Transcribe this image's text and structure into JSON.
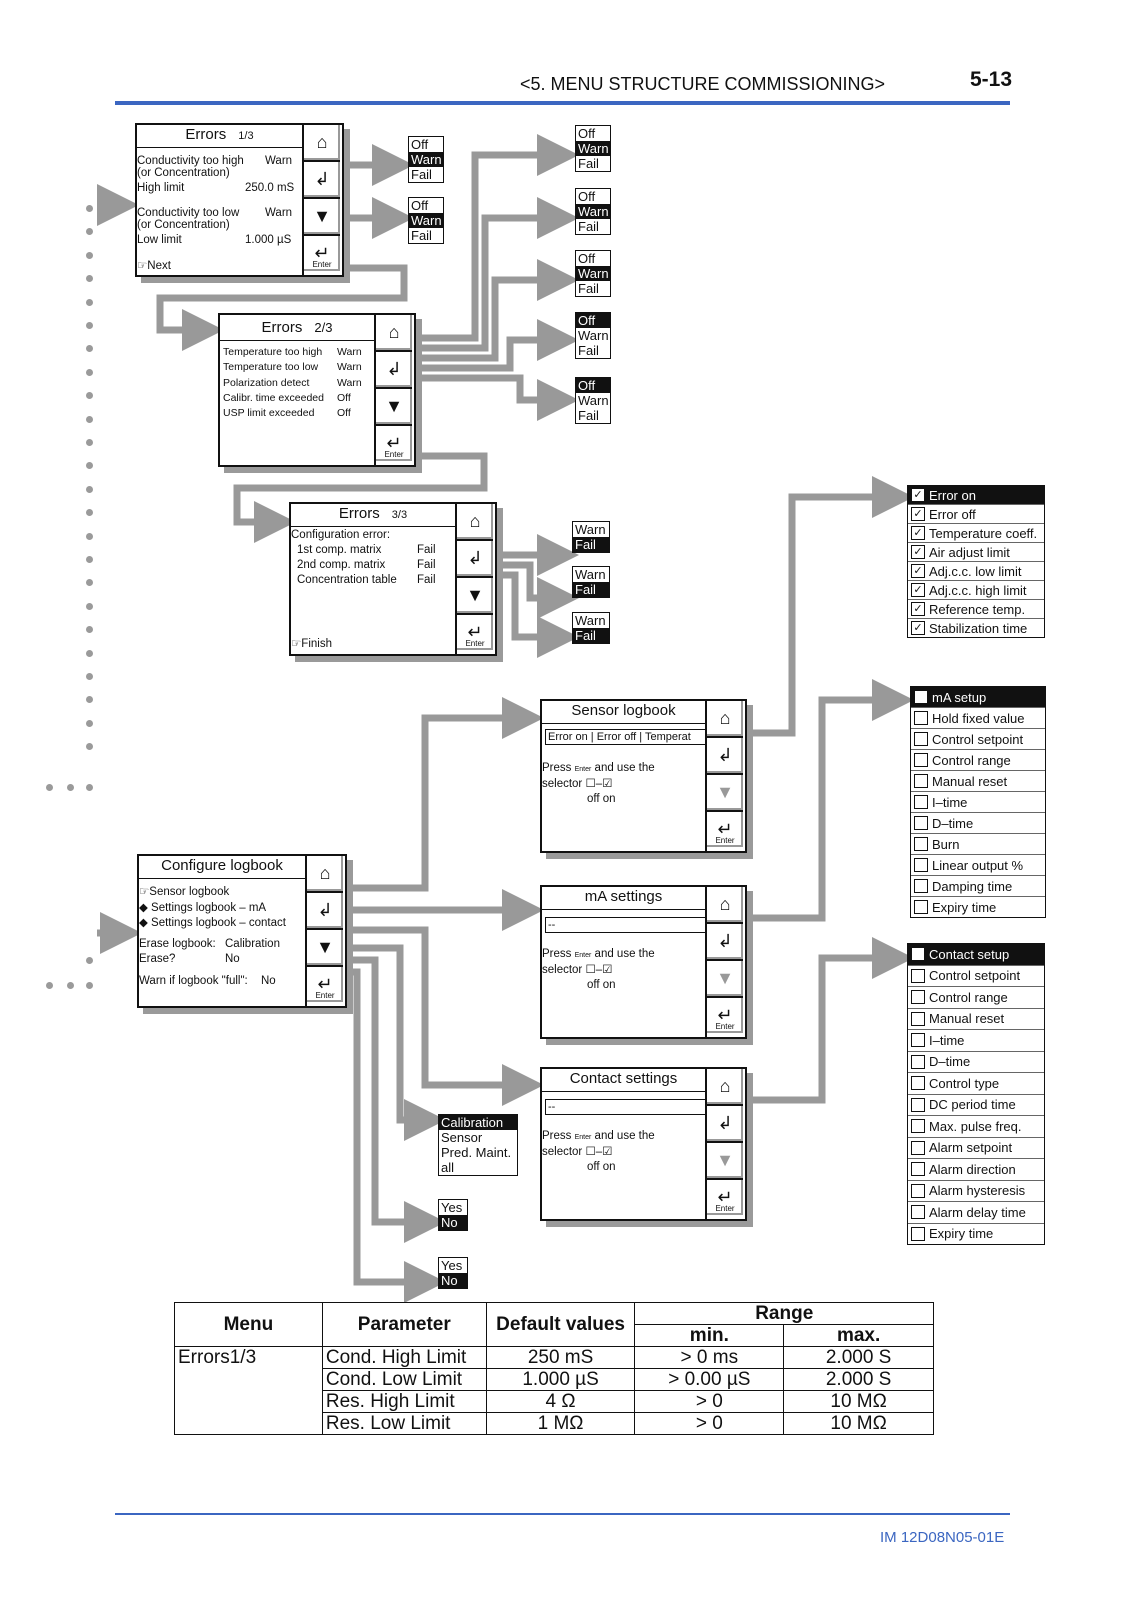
{
  "header": {
    "title": "<5. MENU STRUCTURE COMMISSIONING>",
    "page": "5-13"
  },
  "footer": {
    "doc_id": "IM 12D08N05-01E"
  },
  "errors1": {
    "title": "Errors",
    "page": "1/3",
    "lines": [
      {
        "label": "Conductivity too high",
        "value": "Warn"
      },
      {
        "label": "(or Concentration)",
        "value": ""
      },
      {
        "label": "High limit",
        "value": "250.0 mS"
      },
      {
        "label": "Conductivity too low",
        "value": "Warn"
      },
      {
        "label": "(or Concentration)",
        "value": ""
      },
      {
        "label": "Low limit",
        "value": "1.000 µS"
      }
    ],
    "footer": "☞Next"
  },
  "errors2": {
    "title": "Errors",
    "page": "2/3",
    "lines": [
      {
        "label": "Temperature too high",
        "value": "Warn"
      },
      {
        "label": "Temperature too low",
        "value": "Warn"
      },
      {
        "label": "Polarization detect",
        "value": "Warn"
      },
      {
        "label": "Calibr. time exceeded",
        "value": "Off"
      },
      {
        "label": "USP limit exceeded",
        "value": "Off"
      }
    ]
  },
  "errors3": {
    "title": "Errors",
    "page": "3/3",
    "lines": [
      {
        "label": "Configuration error:",
        "value": ""
      },
      {
        "label": "1st comp. matrix",
        "value": "Fail"
      },
      {
        "label": "2nd comp. matrix",
        "value": "Fail"
      },
      {
        "label": "Concentration table",
        "value": "Fail"
      }
    ],
    "footer": "☞Finish"
  },
  "buttons": {
    "enter": "Enter"
  },
  "owf": {
    "off": "Off",
    "warn": "Warn",
    "fail": "Fail"
  },
  "wf": {
    "warn": "Warn",
    "fail": "Fail"
  },
  "configure_logbook": {
    "title": "Configure logbook",
    "lines": [
      {
        "label": "☞Sensor logbook",
        "value": ""
      },
      {
        "label": "◆ Settings logbook – mA",
        "value": ""
      },
      {
        "label": "◆ Settings logbook – contact",
        "value": ""
      },
      {
        "label": "Erase logbook:",
        "value": "Calibration"
      },
      {
        "label": "Erase?",
        "value": "No"
      },
      {
        "label": "Warn if logbook \"full\":",
        "value": "No"
      }
    ]
  },
  "sensor_logbook": {
    "title": "Sensor logbook",
    "field": "Error on | Error off | Temperat",
    "press": "Press",
    "enter_word": "Enter",
    "use": "and use the",
    "selector": "selector",
    "offon": "off  on"
  },
  "ma_settings": {
    "title": "mA settings",
    "field": "--"
  },
  "contact_settings": {
    "title": "Contact settings",
    "field": "--"
  },
  "erase_options": [
    "Calibration",
    "Sensor",
    "Pred. Maint.",
    "all"
  ],
  "yes_no": {
    "yes": "Yes",
    "no": "No"
  },
  "sensor_checklist": [
    "Error on",
    "Error off",
    "Temperature coeff.",
    "Air adjust limit",
    "Adj.c.c. low limit",
    "Adj.c.c. high limit",
    "Reference temp.",
    "Stabilization time"
  ],
  "ma_checklist": [
    "mA setup",
    "Hold fixed value",
    "Control setpoint",
    "Control range",
    "Manual reset",
    "I–time",
    "D–time",
    "Burn",
    "Linear output %",
    "Damping time",
    "Expiry time"
  ],
  "contact_checklist": [
    "Contact setup",
    "Control setpoint",
    "Control range",
    "Manual reset",
    "I–time",
    "D–time",
    "Control type",
    "DC period time",
    "Max. pulse freq.",
    "Alarm setpoint",
    "Alarm direction",
    "Alarm hysteresis",
    "Alarm delay time",
    "Expiry time"
  ],
  "table": {
    "headers": {
      "menu": "Menu",
      "parameter": "Parameter",
      "default": "Default values",
      "range": "Range",
      "min": "min.",
      "max": "max."
    },
    "menu_value": "Errors1/3",
    "rows": [
      {
        "parameter": "Cond. High Limit",
        "default": "250 mS",
        "min": "> 0 ms",
        "max": "2.000 S"
      },
      {
        "parameter": "Cond. Low Limit",
        "default": "1.000 µS",
        "min": "> 0.00 µS",
        "max": "2.000 S"
      },
      {
        "parameter": "Res. High Limit",
        "default": "4 Ω",
        "min": "> 0",
        "max": "10 MΩ"
      },
      {
        "parameter": "Res. Low Limit",
        "default": "1 MΩ",
        "min": "> 0",
        "max": "10 MΩ"
      }
    ]
  }
}
